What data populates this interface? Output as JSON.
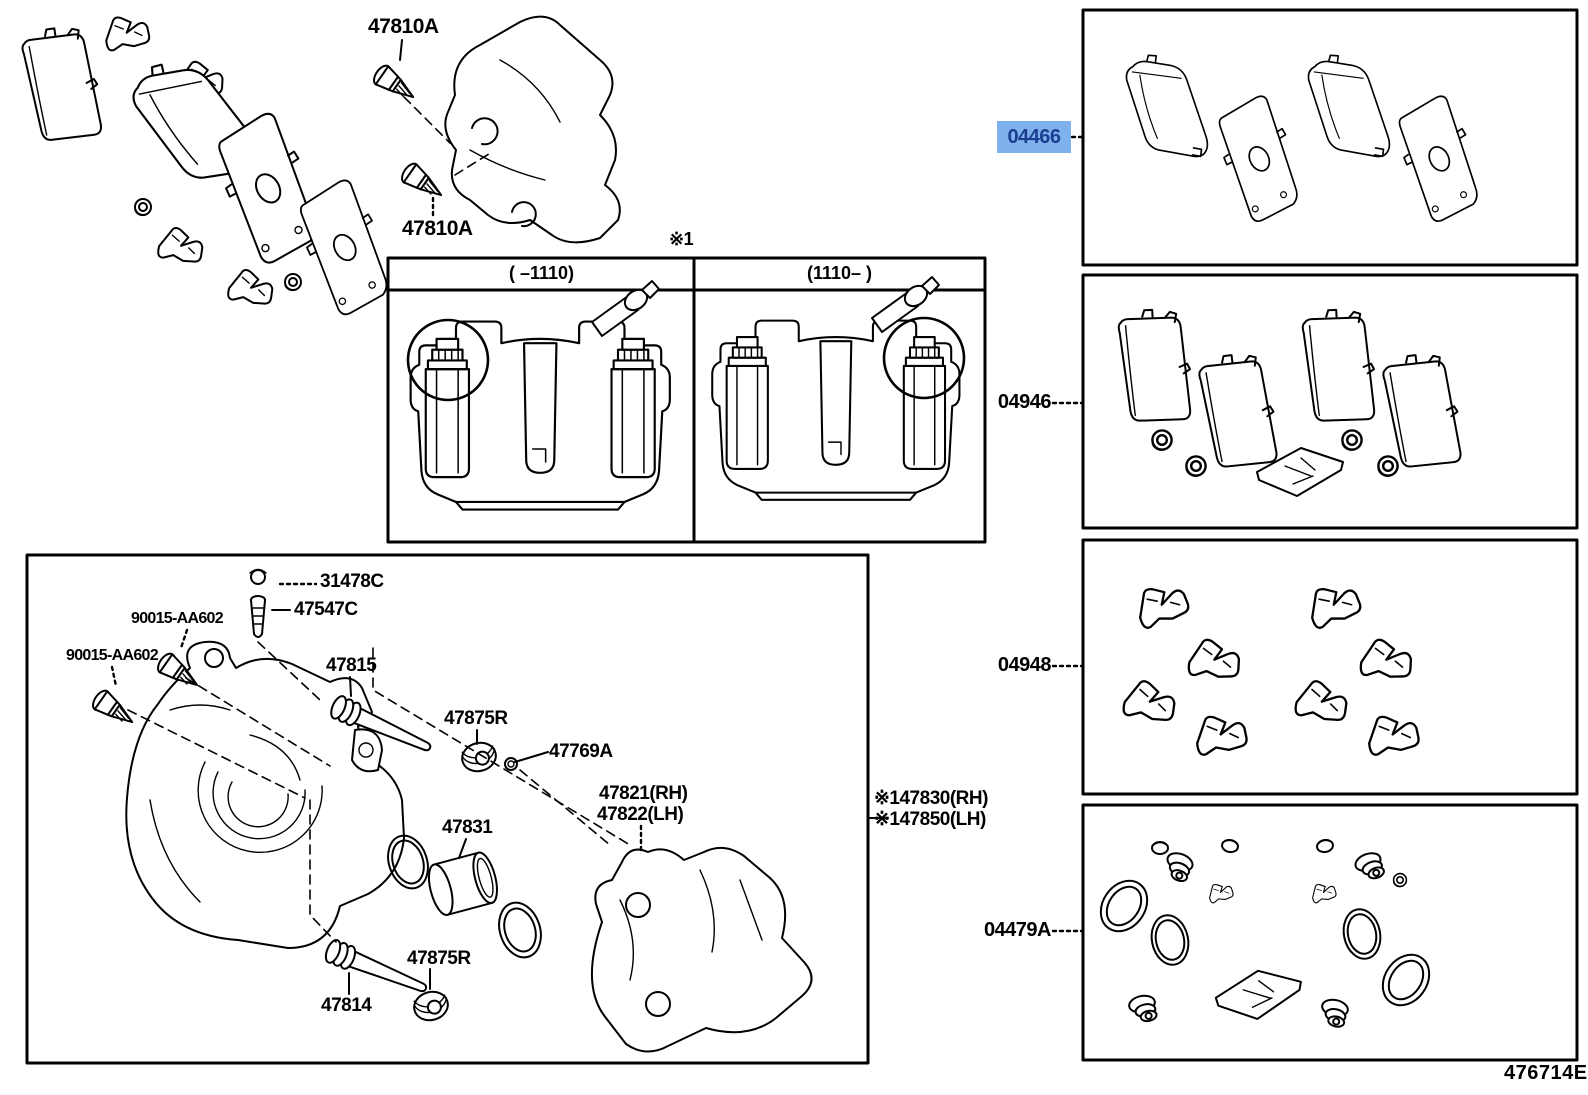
{
  "palette": {
    "line_color": "#000000",
    "background": "#ffffff",
    "highlight_bg": "#7fb2ec",
    "highlight_text": "#1c3e90"
  },
  "top_assembly": {
    "bolt_top_label": "47810A",
    "bolt_bottom_label": "47810A"
  },
  "variant_panel": {
    "ref_mark": "※1",
    "left_header": "(      –1110)",
    "right_header": "(1110–      )"
  },
  "kit_panels": [
    {
      "part_no": "04466",
      "highlighted": true
    },
    {
      "part_no": "04946",
      "highlighted": false
    },
    {
      "part_no": "04948",
      "highlighted": false
    },
    {
      "part_no": "04479A",
      "highlighted": false
    }
  ],
  "caliper_panel": {
    "labels": {
      "bleeder_cap": "31478C",
      "bleeder_screw": "47547C",
      "bolt_upper": "90015-AA602",
      "bolt_lower": "90015-AA602",
      "slide_pin_upper": "47815",
      "bushing_upper": "47875R",
      "ring": "47769A",
      "bracket_rh": "47821(RH)",
      "bracket_lh": "47822(LH)",
      "piston": "47831",
      "bushing_lower": "47875R",
      "slide_pin_lower": "47814"
    },
    "assembly_note": {
      "line1": "※147830(RH)",
      "line2": "※147850(LH)"
    }
  },
  "figure_code": "476714E"
}
